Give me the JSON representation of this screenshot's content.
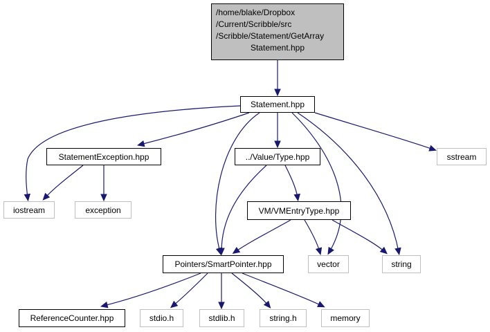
{
  "colors": {
    "edge": "#191970",
    "root_fill": "#bfbfbf",
    "local_border": "#000000",
    "system_border": "#bfbfbf"
  },
  "root": {
    "lines": [
      "/home/blake/Dropbox",
      "/Current/Scribble/src",
      "/Scribble/Statement/GetArray",
      "Statement.hpp"
    ]
  },
  "nodes": {
    "statement": "Statement.hpp",
    "statement_exception": "StatementException.hpp",
    "value_type": "../Value/Type.hpp",
    "sstream": "sstream",
    "iostream": "iostream",
    "exception": "exception",
    "vm_entry_type": "VM/VMEntryType.hpp",
    "smart_pointer": "Pointers/SmartPointer.hpp",
    "vector": "vector",
    "string": "string",
    "reference_counter": "ReferenceCounter.hpp",
    "stdio": "stdio.h",
    "stdlib": "stdlib.h",
    "string_h": "string.h",
    "memory": "memory"
  },
  "edges": [
    [
      "root",
      "statement"
    ],
    [
      "statement",
      "iostream"
    ],
    [
      "statement",
      "statement_exception"
    ],
    [
      "statement",
      "smart_pointer"
    ],
    [
      "statement",
      "value_type"
    ],
    [
      "statement",
      "vector"
    ],
    [
      "statement",
      "string"
    ],
    [
      "statement",
      "sstream"
    ],
    [
      "statement_exception",
      "iostream"
    ],
    [
      "statement_exception",
      "exception"
    ],
    [
      "value_type",
      "smart_pointer"
    ],
    [
      "value_type",
      "vm_entry_type"
    ],
    [
      "vm_entry_type",
      "smart_pointer"
    ],
    [
      "vm_entry_type",
      "vector"
    ],
    [
      "vm_entry_type",
      "string"
    ],
    [
      "smart_pointer",
      "reference_counter"
    ],
    [
      "smart_pointer",
      "stdio"
    ],
    [
      "smart_pointer",
      "stdlib"
    ],
    [
      "smart_pointer",
      "string_h"
    ],
    [
      "smart_pointer",
      "memory"
    ]
  ]
}
